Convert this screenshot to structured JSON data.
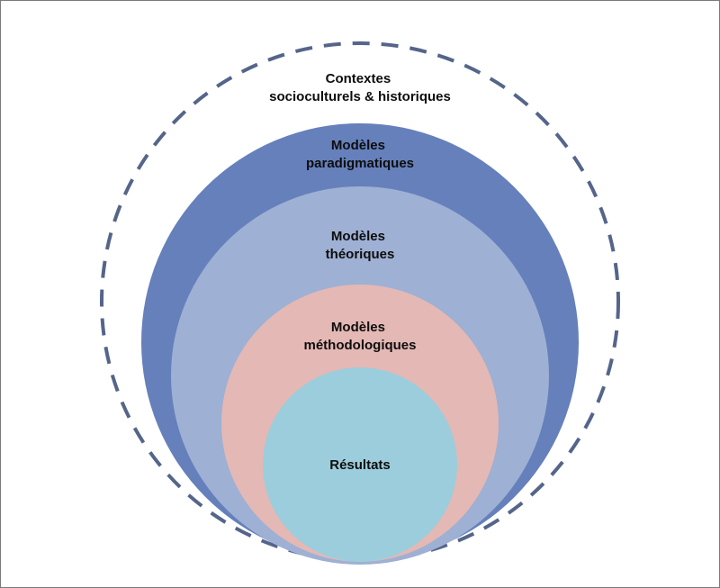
{
  "diagram": {
    "layers": [
      {
        "id": "contexts",
        "lines": [
          "Contextes",
          "socioculturels & historiques"
        ],
        "style": "dashed",
        "stroke": "#55658a",
        "fill": "none"
      },
      {
        "id": "paradigmatic",
        "lines": [
          "Modèles",
          "paradigmatiques"
        ],
        "fill": "#6580bb"
      },
      {
        "id": "theoretical",
        "lines": [
          "Modèles",
          "théoriques"
        ],
        "fill": "#9eb0d4"
      },
      {
        "id": "methodological",
        "lines": [
          "Modèles",
          "méthodologiques"
        ],
        "fill": "#e4b8b4"
      },
      {
        "id": "results",
        "lines": [
          "Résultats"
        ],
        "fill": "#9ccddc"
      }
    ]
  }
}
